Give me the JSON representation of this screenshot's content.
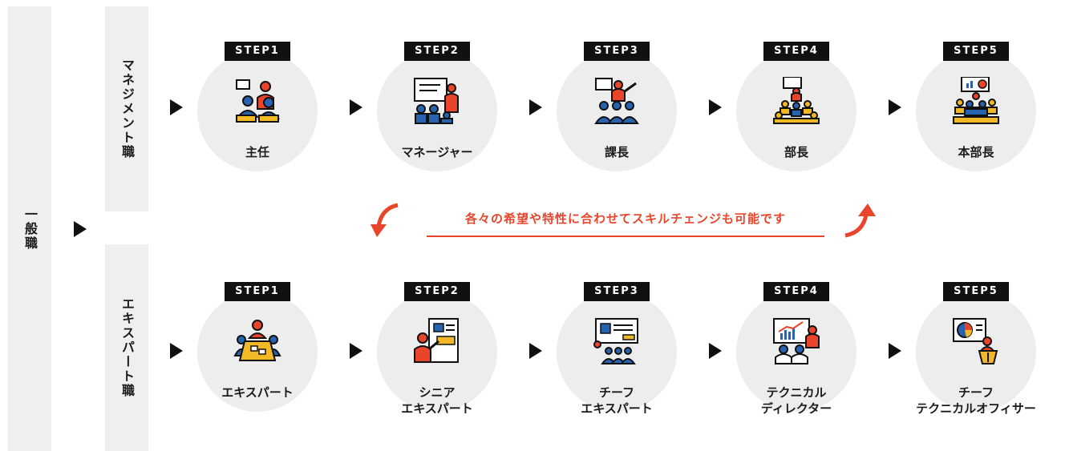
{
  "general_label": "一般職",
  "tracks": [
    {
      "title": "マネジメント職",
      "steps": [
        {
          "badge": "STEP1",
          "label": "主任",
          "icon": "discussion-icon"
        },
        {
          "badge": "STEP2",
          "label": "マネージャー",
          "icon": "presentation-icon"
        },
        {
          "badge": "STEP3",
          "label": "課長",
          "icon": "leader-group-icon"
        },
        {
          "badge": "STEP4",
          "label": "部長",
          "icon": "department-icon"
        },
        {
          "badge": "STEP5",
          "label": "本部長",
          "icon": "division-icon"
        }
      ]
    },
    {
      "title": "エキスパート職",
      "steps": [
        {
          "badge": "STEP1",
          "label": "エキスパート",
          "icon": "meeting-table-icon"
        },
        {
          "badge": "STEP2",
          "label": "シニア\nエキスパート",
          "icon": "report-board-icon"
        },
        {
          "badge": "STEP3",
          "label": "チーフ\nエキスパート",
          "icon": "lecture-icon"
        },
        {
          "badge": "STEP4",
          "label": "テクニカル\nディレクター",
          "icon": "chart-board-icon"
        },
        {
          "badge": "STEP5",
          "label": "チーフ\nテクニカルオフィサー",
          "icon": "podium-icon"
        }
      ]
    }
  ],
  "skill_change_note": "各々の希望や特性に合わせてスキルチェンジも可能です",
  "colors": {
    "accent": "#e8452c",
    "blue": "#2763ae",
    "yellow": "#f2b826",
    "dark": "#111111",
    "circle": "#ededed"
  }
}
